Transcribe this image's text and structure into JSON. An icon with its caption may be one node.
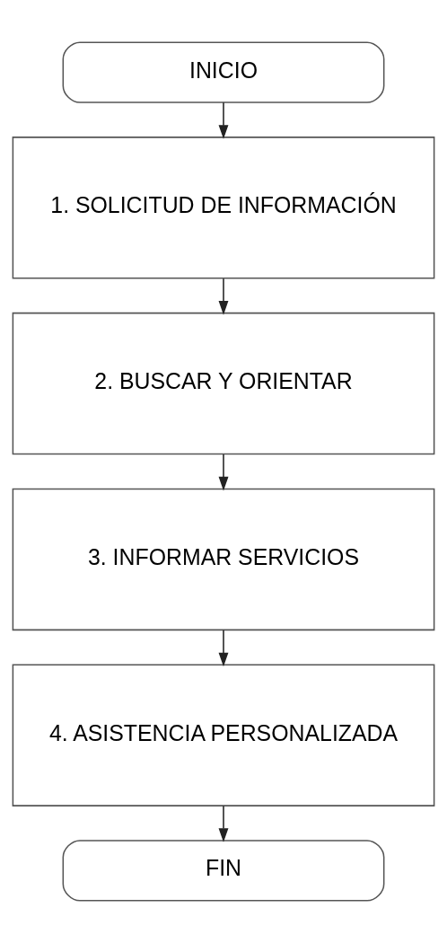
{
  "diagram": {
    "nodes": [
      {
        "text": [
          "INICIO"
        ]
      },
      {
        "text": [
          "1. SOLICITUD DE INFORMACIÓN"
        ]
      },
      {
        "text": [
          "2. BUSCAR Y ORIENTAR"
        ]
      },
      {
        "text": [
          "3. INFORMAR SERVICIOS"
        ]
      },
      {
        "text": [
          "4. ASISTENCIA PERSONALIZADA"
        ]
      },
      {
        "text": [
          "FIN"
        ]
      }
    ],
    "edges": [
      {
        "from": 0,
        "to": 1,
        "arrow": "to"
      },
      {
        "from": 1,
        "to": 2,
        "arrow": "to"
      },
      {
        "from": 2,
        "to": 3,
        "arrow": "to"
      },
      {
        "from": 3,
        "to": 4,
        "arrow": "to"
      },
      {
        "from": 4,
        "to": 5,
        "arrow": "to"
      }
    ]
  }
}
